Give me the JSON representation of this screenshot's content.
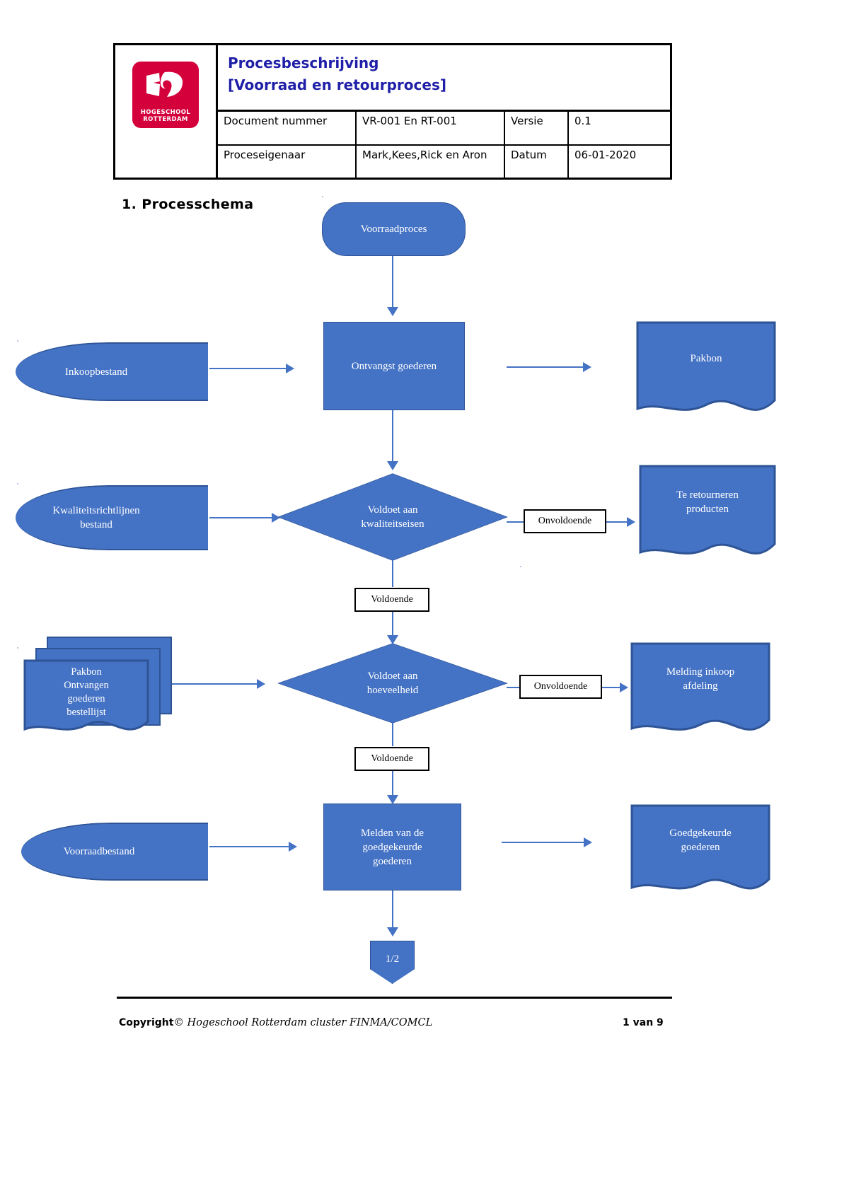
{
  "header": {
    "logo": {
      "name": "hogeschool-rotterdam-logo",
      "line1": "HOGESCHOOL",
      "line2": "ROTTERDAM",
      "color": "#d4003c"
    },
    "title_line1": "Procesbeschrijving",
    "title_line2": "[Voorraad en retourproces]",
    "title_color": "#1f1fa8",
    "rows": [
      {
        "label": "Document nummer",
        "value": "VR-001 En RT-001",
        "label2": "Versie",
        "value2": "0.1"
      },
      {
        "label": "Proceseigenaar",
        "value": "Mark,Kees,Rick en Aron",
        "label2": "Datum",
        "value2": "06-01-2020"
      }
    ]
  },
  "section": {
    "heading": "1. Processchema"
  },
  "flow": {
    "accent": "#4472c4",
    "accent_border": "#2e5496",
    "nodes": {
      "start": "Voorraadproces",
      "inkoopbestand": "Inkoopbestand",
      "ontvangst_goederen": "Ontvangst goederen",
      "pakbon": "Pakbon",
      "kwaliteitsrichtlijnen": "Kwaliteitsrichtlijnen\nbestand",
      "voldoet_kwaliteit": "Voldoet aan\nkwaliteitseisen",
      "te_retourneren": "Te retourneren\nproducten",
      "pakbon_stack": "Pakbon\nOntvangen\ngoederen\nbestellijst",
      "voldoet_hoeveelheid": "Voldoet aan\nhoeveelheid",
      "melding_inkoop": "Melding inkoop\nafdeling",
      "voorraadbestand": "Voorraadbestand",
      "melden_goedgekeurde": "Melden van de\ngoedgekeurde\ngoederen",
      "goedgekeurde_goederen": "Goedgekeurde\ngoederen",
      "connector": "1/2"
    },
    "edge_labels": {
      "onvoldoende_1": "Onvoldoende",
      "voldoende_1": "Voldoende",
      "onvoldoende_2": "Onvoldoende",
      "voldoende_2": "Voldoende"
    }
  },
  "footer": {
    "copyright_bold": "Copyright",
    "copyright_symbol": "©",
    "copyright_text": "Hogeschool Rotterdam cluster FINMA/COMCL",
    "page": "1 van 9"
  }
}
